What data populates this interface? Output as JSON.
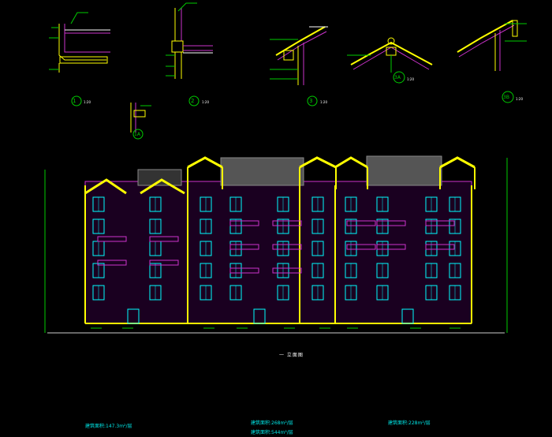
{
  "drawing": {
    "elevation_title": "一 立面图",
    "detail_marks": [
      "1",
      "2",
      "3",
      "3A",
      "3B",
      "1A"
    ],
    "detail_scales": [
      "1:20",
      "1:20",
      "1:20",
      "1:20",
      "1:20"
    ],
    "areas": {
      "left": "建筑面积:147.3m²/层",
      "middle_top": "建筑面积:268m²/层",
      "middle_bottom": "建筑面积:544m²/层",
      "right": "建筑面积:228m²/层"
    }
  },
  "colors": {
    "background": "#000000",
    "outline": "#ffff00",
    "wall": "#cc33cc",
    "window": "#00ffff",
    "dimension": "#00cc00",
    "text": "#ffffff",
    "roof": "#888888"
  }
}
